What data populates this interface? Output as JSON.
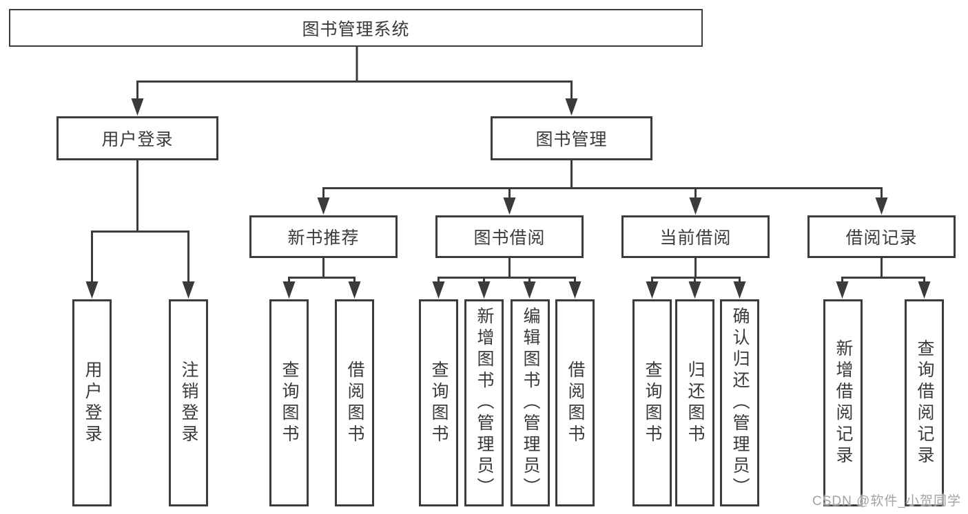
{
  "tree": {
    "label": "图书管理系统",
    "children": [
      {
        "label": "用户登录",
        "children": [
          {
            "label": "用户登录"
          },
          {
            "label": "注销登录"
          }
        ]
      },
      {
        "label": "图书管理",
        "children": [
          {
            "label": "新书推荐",
            "children": [
              {
                "label": "查询图书"
              },
              {
                "label": "借阅图书"
              }
            ]
          },
          {
            "label": "图书借阅",
            "children": [
              {
                "label": "查询图书"
              },
              {
                "label": "新增图书（管理员）"
              },
              {
                "label": "编辑图书（管理员）"
              },
              {
                "label": "借阅图书"
              }
            ]
          },
          {
            "label": "当前借阅",
            "children": [
              {
                "label": "查询图书"
              },
              {
                "label": "归还图书"
              },
              {
                "label": "确认归还（管理员）"
              }
            ]
          },
          {
            "label": "借阅记录",
            "children": [
              {
                "label": "新增借阅记录"
              },
              {
                "label": "查询借阅记录"
              }
            ]
          }
        ]
      }
    ]
  },
  "watermark": {
    "text": "CSDN @软件_小贺同学"
  },
  "colors": {
    "line": "#3b3b3b",
    "text": "#3a3a3a",
    "background": "#ffffff",
    "watermark": "#a3a3a3"
  }
}
